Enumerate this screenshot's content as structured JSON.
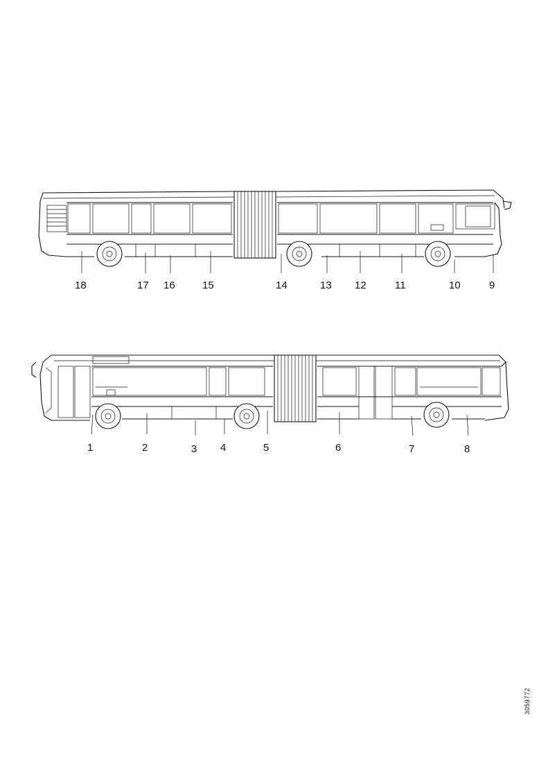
{
  "figure": {
    "reference_code": "3059772",
    "upper_view_callouts": [
      "18",
      "17",
      "16",
      "15",
      "14",
      "13",
      "12",
      "11",
      "10",
      "9"
    ],
    "lower_view_callouts": [
      "1",
      "2",
      "3",
      "4",
      "5",
      "6",
      "7",
      "8"
    ]
  },
  "colors": {
    "line": "#111111",
    "background": "#ffffff"
  }
}
